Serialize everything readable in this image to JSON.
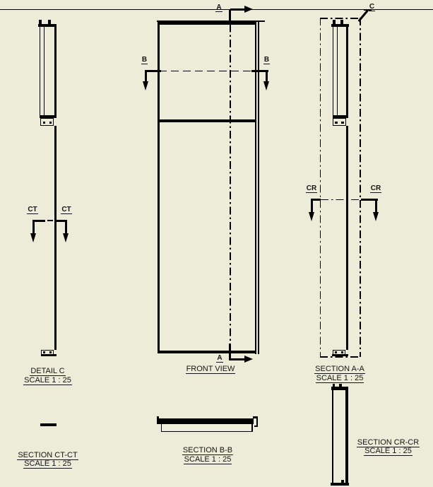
{
  "colors": {
    "background": "#ECECD8",
    "line": "#000000",
    "text": "#141414"
  },
  "labels": {
    "a": "A",
    "b": "B",
    "c": "C",
    "ct": "CT",
    "cr": "CR"
  },
  "views": {
    "detail_c": {
      "title": "DETAIL C",
      "scale": "SCALE 1 : 25"
    },
    "section_ct": {
      "title": "SECTION CT-CT",
      "scale": "SCALE 1 : 25"
    },
    "front": {
      "title": "FRONT VIEW"
    },
    "section_b": {
      "title": "SECTION B-B",
      "scale": "SCALE 1 : 25"
    },
    "section_a": {
      "title": "SECTION A-A",
      "scale": "SCALE 1 : 25"
    },
    "section_cr": {
      "title": "SECTION CR-CR",
      "scale": "SCALE 1 : 25"
    }
  }
}
